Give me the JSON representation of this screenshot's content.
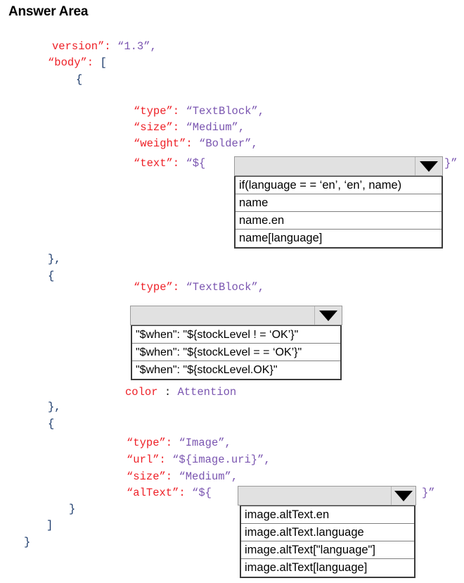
{
  "page": {
    "title": "Answer Area"
  },
  "code": {
    "line_version_key": "version”:",
    "line_version_value": "“1.3”,",
    "line_body_key": "“body”:",
    "line_body_bracket": "[",
    "brace_open_1": "{",
    "brace_close_1": "},",
    "brace_open_2": "{",
    "brace_close_2": "},",
    "brace_open_3": "{",
    "brace_close_3": "}",
    "bracket_close": "]",
    "brace_close_root": "}",
    "block1": {
      "type_key": "“type”:",
      "type_value": "“TextBlock”,",
      "size_key": "“size”:",
      "size_value": "“Medium”,",
      "weight_key": "“weight”:",
      "weight_value": "“Bolder”,",
      "text_key": "“text”:",
      "text_prefix": "“${",
      "text_suffix": "}”"
    },
    "block2": {
      "type_key": "“type”:",
      "type_value": "“TextBlock”,",
      "color_key": "color",
      "color_colon": ":",
      "color_value": "Attention"
    },
    "block3": {
      "type_key": "“type”:",
      "type_value": "“Image”,",
      "url_key": "“url”:",
      "url_value": "“${image.uri}”,",
      "size_key": "“size”:",
      "size_value": "“Medium”,",
      "alttext_key": "“alText”:",
      "alttext_prefix": "“${",
      "alttext_suffix": "}”"
    }
  },
  "dropdowns": [
    {
      "id": "text",
      "selected": "",
      "options": [
        "if(language = = ‘en’, ‘en’, name)",
        "name",
        "name.en",
        "name[language]"
      ]
    },
    {
      "id": "when",
      "selected": "",
      "options": [
        "\"$when\": \"${stockLevel ! = ‘OK’}\"",
        "\"$when\": \"${stockLevel = = ‘OK’}\"",
        "\"$when\": \"${stockLevel.OK}\""
      ]
    },
    {
      "id": "alttext",
      "selected": "",
      "options": [
        "image.altText.en",
        "image.altText.language",
        "image.altText[\"language\"]",
        "image.altText[language]"
      ]
    }
  ],
  "colors": {
    "key": "#ee1f26",
    "value": "#7a55b0",
    "dropdown_bg": "#e1e1e1",
    "dropdown_border": "#9a9a9a",
    "list_border": "#3a3a3a"
  },
  "icons": {
    "dropdown_arrow": "chevron-down-icon"
  }
}
